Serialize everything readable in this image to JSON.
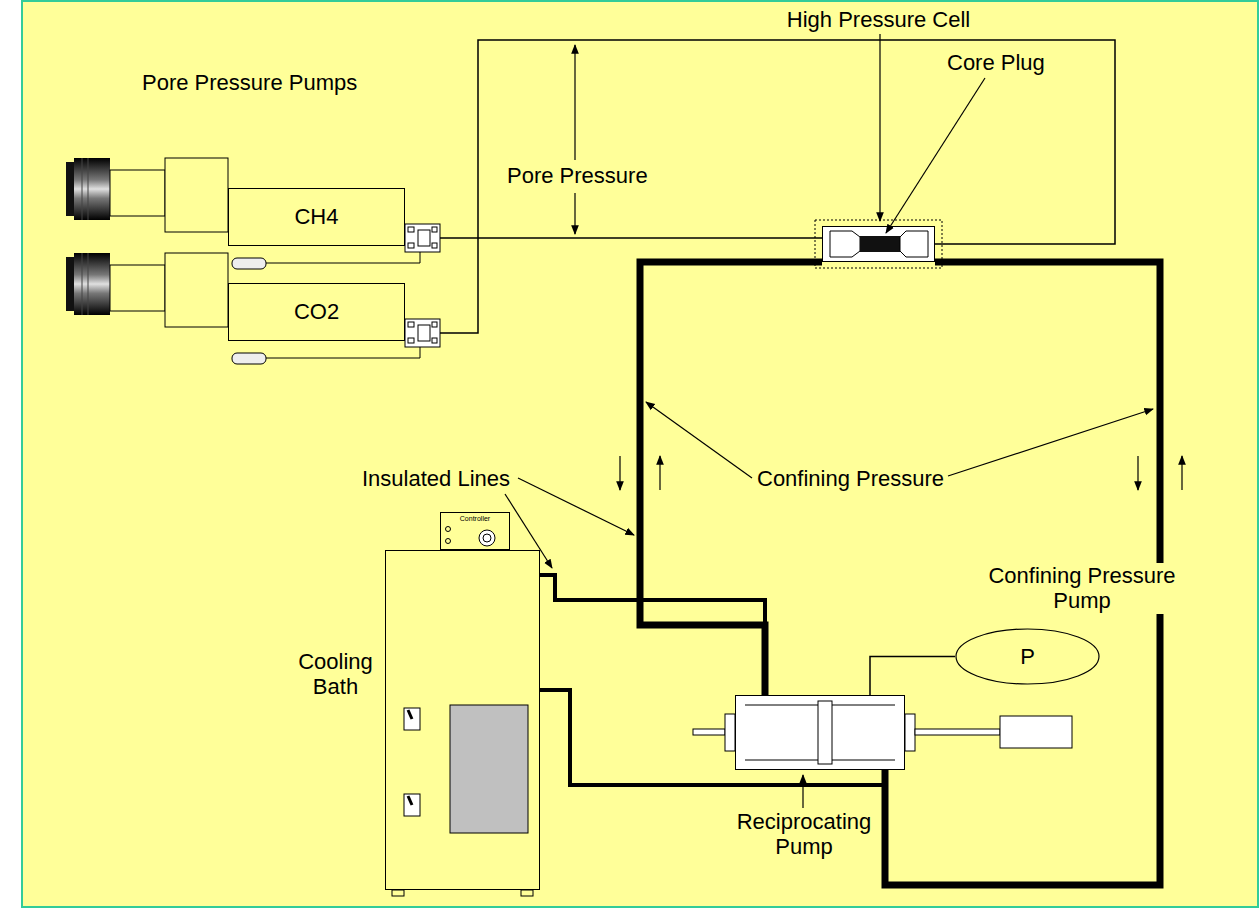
{
  "diagram": {
    "nodes": [
      {
        "text": [
          "CH4"
        ]
      },
      {
        "text": [
          "CO2"
        ]
      },
      {
        "text": [
          "High Pressure Cell"
        ]
      },
      {
        "text": [
          "Controller"
        ]
      },
      {
        "text": [
          "Cooling Bath"
        ]
      },
      {
        "text": [
          "P"
        ]
      },
      {
        "text": [
          "Reciprocating Pump"
        ]
      }
    ],
    "edges": [
      {
        "from": 0,
        "to": 2,
        "arrow": "none"
      },
      {
        "from": 1,
        "to": 2,
        "arrow": "none"
      },
      {
        "from": 6,
        "to": 2,
        "arrow": "none"
      },
      {
        "from": 6,
        "to": 2,
        "arrow": "none"
      },
      {
        "from": 4,
        "to": 6,
        "arrow": "none"
      },
      {
        "from": 4,
        "to": 6,
        "arrow": "none"
      },
      {
        "from": 5,
        "to": 6,
        "arrow": "none"
      }
    ],
    "labels": [
      "Core Plug",
      "Pore Pressure Pumps",
      "Pore Pressure",
      "Insulated Lines",
      "Confining Pressure",
      "Confining Pressure Pump"
    ]
  }
}
